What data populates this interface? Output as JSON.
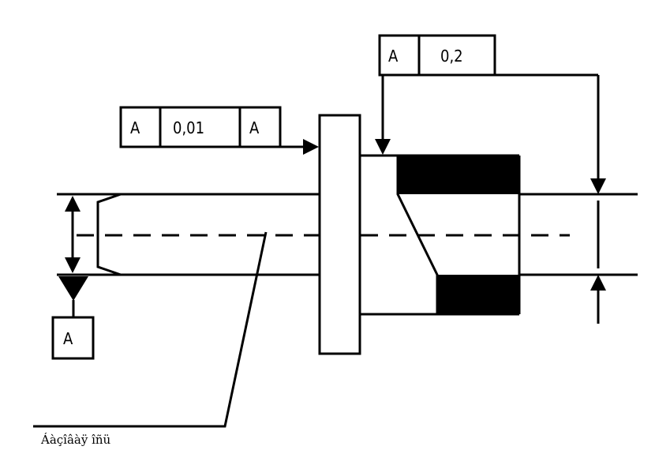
{
  "frame_left": {
    "datum": "A",
    "tolerance": "0,01",
    "reference": "A"
  },
  "frame_top": {
    "datum": "A",
    "tolerance": "0,2"
  },
  "datum_box": {
    "label": "A"
  },
  "leader_note": "Áàçîâàÿ îñü",
  "colors": {
    "stroke": "#000000",
    "fill": "#000000",
    "background": "#ffffff"
  }
}
